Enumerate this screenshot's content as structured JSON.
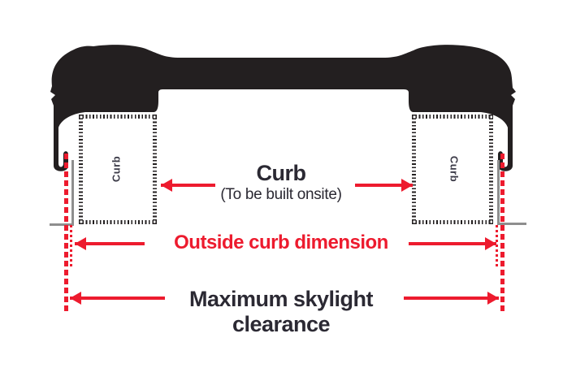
{
  "labels": {
    "curb_title": "Curb",
    "curb_subtitle": "(To be built onsite)",
    "left_curb": "Curb",
    "right_curb": "Curb",
    "outside_dimension": "Outside curb dimension",
    "max_clearance": "Maximum skylight clearance"
  },
  "colors": {
    "profile_black": "#231f20",
    "dimension_red": "#ed1b2e",
    "reference_gray": "#8e8e8e",
    "text_dark": "#2b2933",
    "curb_label": "#3d3c49"
  }
}
